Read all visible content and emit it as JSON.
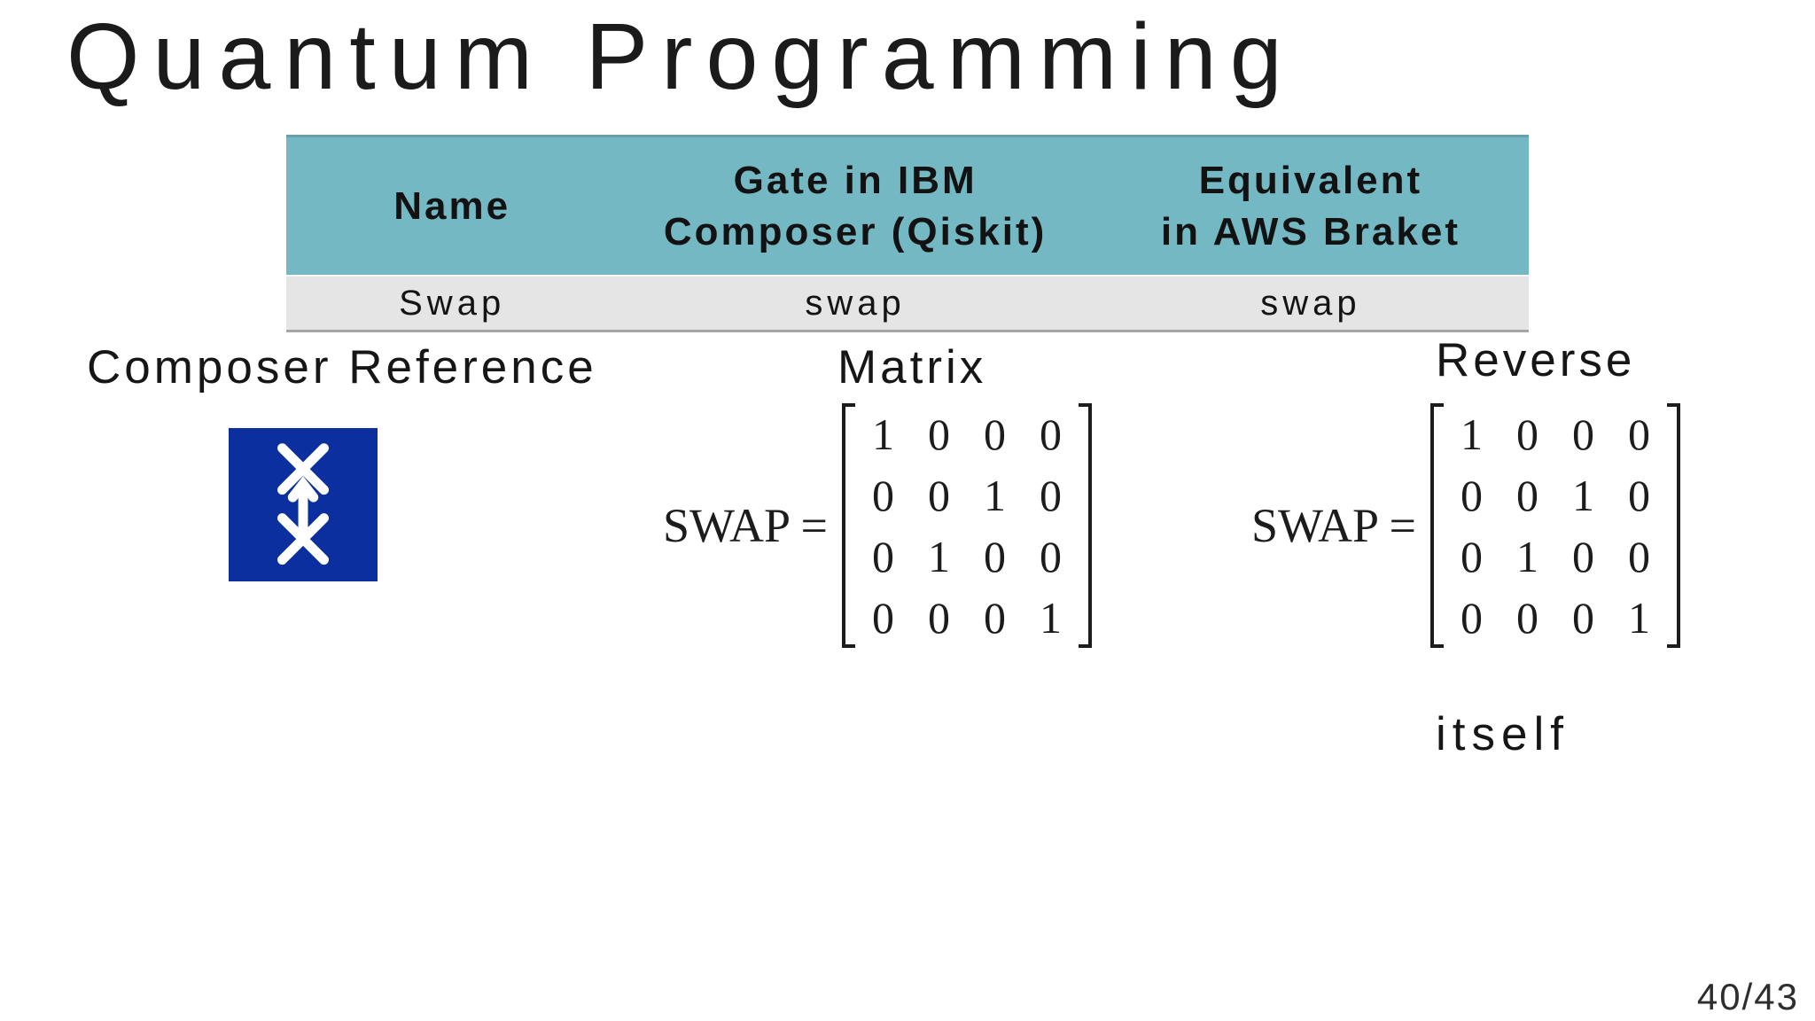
{
  "slide": {
    "title": "Quantum Programming",
    "page_number": "40/43",
    "background_color": "#ffffff"
  },
  "table": {
    "header_bg": "#74b8c4",
    "row_bg": "#e5e5e5",
    "row_border_color": "#a5a5a5",
    "columns": [
      {
        "header": "Name"
      },
      {
        "header": "Gate in IBM\nComposer (Qiskit)"
      },
      {
        "header": "Equivalent\nin AWS Braket"
      }
    ],
    "row": {
      "name": "Swap",
      "qiskit": "swap",
      "braket": "swap"
    }
  },
  "labels": {
    "composer_reference": "Composer Reference",
    "matrix": "Matrix",
    "reverse": "Reverse",
    "reverse_value": "itself"
  },
  "gate_icon": {
    "icon": "swap-gate-icon",
    "background": "#0b2f9e",
    "glyph_color": "#ffffff"
  },
  "equations": [
    {
      "lhs": "SWAP =",
      "matrix": [
        [
          "1",
          "0",
          "0",
          "0"
        ],
        [
          "0",
          "0",
          "1",
          "0"
        ],
        [
          "0",
          "1",
          "0",
          "0"
        ],
        [
          "0",
          "0",
          "0",
          "1"
        ]
      ]
    },
    {
      "lhs": "SWAP =",
      "matrix": [
        [
          "1",
          "0",
          "0",
          "0"
        ],
        [
          "0",
          "0",
          "1",
          "0"
        ],
        [
          "0",
          "1",
          "0",
          "0"
        ],
        [
          "0",
          "0",
          "0",
          "1"
        ]
      ]
    }
  ]
}
